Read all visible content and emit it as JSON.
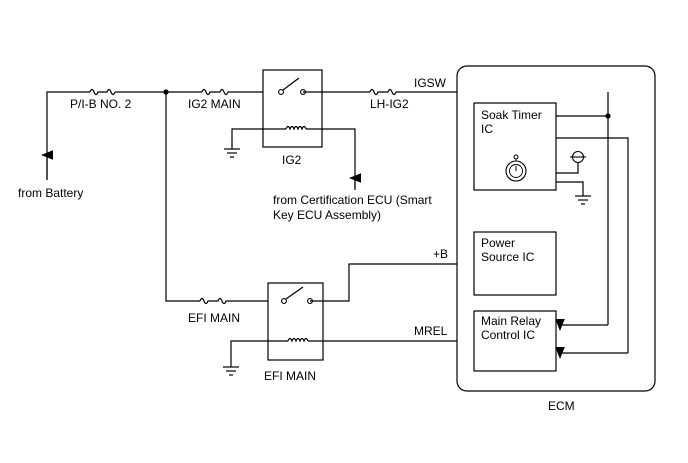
{
  "labels": {
    "pib_no2": "P/I-B NO. 2",
    "ig2_main": "IG2 MAIN",
    "lh_ig2": "LH-IG2",
    "igsw": "IGSW",
    "from_battery": "from Battery",
    "ig2_relay": "IG2",
    "from_cert_ecu_line1": "from Certification ECU (Smart",
    "from_cert_ecu_line2": "Key ECU Assembly)",
    "plus_b": "+B",
    "efi_main_fuse": "EFI MAIN",
    "mrel": "MREL",
    "efi_main_relay": "EFI MAIN",
    "ecm": "ECM",
    "soak_timer_line1": "Soak Timer",
    "soak_timer_line2": "IC",
    "power_source_line1": "Power",
    "power_source_line2": "Source IC",
    "main_relay_line1": "Main Relay",
    "main_relay_line2": "Control IC"
  }
}
